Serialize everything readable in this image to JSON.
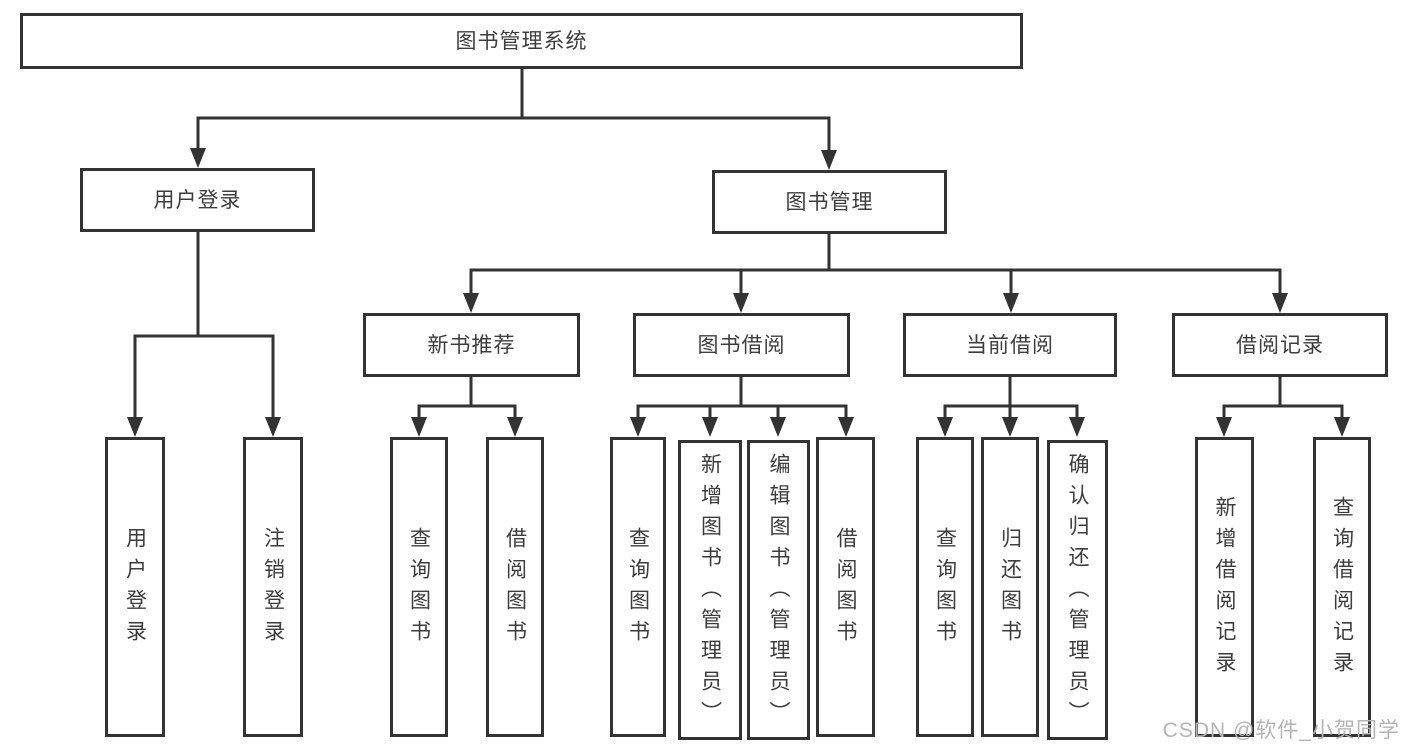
{
  "diagram_type": "hierarchy-chart",
  "colors": {
    "line": "#333333",
    "text": "#3d3d3d",
    "background": "#ffffff",
    "watermark": "#b4b4b4"
  },
  "tree": {
    "label": "图书管理系统",
    "children": [
      {
        "label": "用户登录",
        "children": [
          {
            "label": "用户登录"
          },
          {
            "label": "注销登录"
          }
        ]
      },
      {
        "label": "图书管理",
        "children": [
          {
            "label": "新书推荐",
            "children": [
              {
                "label": "查询图书"
              },
              {
                "label": "借阅图书"
              }
            ]
          },
          {
            "label": "图书借阅",
            "children": [
              {
                "label": "查询图书"
              },
              {
                "label": "新增图书（管理员）"
              },
              {
                "label": "编辑图书（管理员）"
              },
              {
                "label": "借阅图书"
              }
            ]
          },
          {
            "label": "当前借阅",
            "children": [
              {
                "label": "查询图书"
              },
              {
                "label": "归还图书"
              },
              {
                "label": "确认归还（管理员）"
              }
            ]
          },
          {
            "label": "借阅记录",
            "children": [
              {
                "label": "新增借阅记录"
              },
              {
                "label": "查询借阅记录"
              }
            ]
          }
        ]
      }
    ]
  },
  "watermark": "CSDN @软件_小贺同学"
}
